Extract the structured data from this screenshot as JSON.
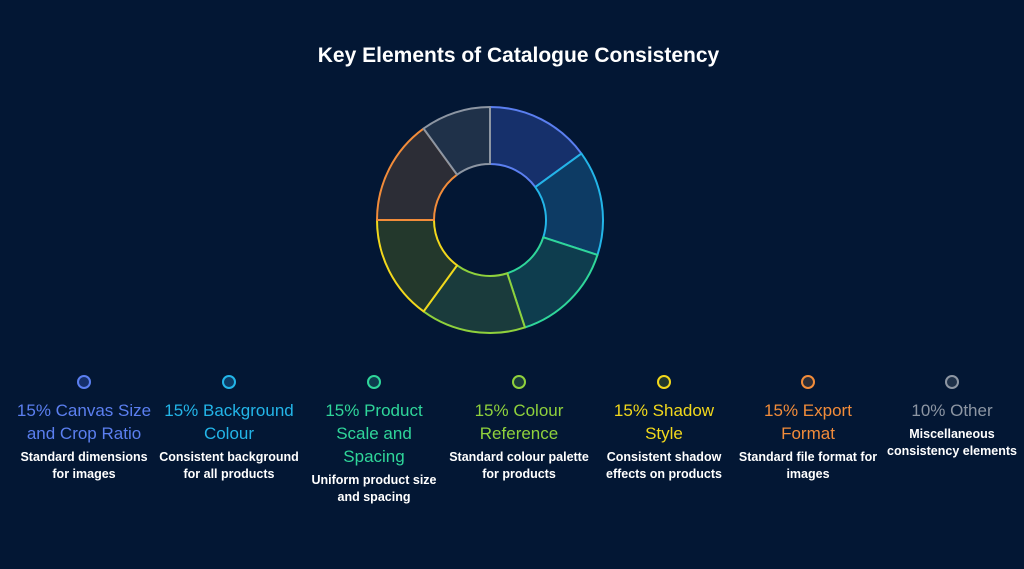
{
  "chart_data": {
    "type": "pie",
    "title": "Key Elements of Catalogue Consistency",
    "categories": [
      "Canvas Size and Crop Ratio",
      "Background Colour",
      "Product Scale and Spacing",
      "Colour Reference",
      "Shadow Style",
      "Export Format",
      "Other"
    ],
    "values": [
      15,
      15,
      15,
      15,
      15,
      15,
      10
    ],
    "slices": [
      {
        "label": "15% Canvas Size and Crop Ratio",
        "description": "Standard dimensions for images",
        "value": 15,
        "color": "#5b7ff0",
        "fill": "#16306b"
      },
      {
        "label": "15% Background Colour",
        "description": "Consistent background for all products",
        "value": 15,
        "color": "#23b5e8",
        "fill": "#0d3b64"
      },
      {
        "label": "15% Product Scale and Spacing",
        "description": "Uniform product size and spacing",
        "value": 15,
        "color": "#2fd69a",
        "fill": "#0e3d4e"
      },
      {
        "label": "15% Colour Reference",
        "description": "Standard colour palette for products",
        "value": 15,
        "color": "#8fd13c",
        "fill": "#1a3b3c"
      },
      {
        "label": "15% Shadow Style",
        "description": "Consistent shadow effects on products",
        "value": 15,
        "color": "#f2d81c",
        "fill": "#23382c"
      },
      {
        "label": "15% Export Format",
        "description": "Standard file format for images",
        "value": 15,
        "color": "#f28c3a",
        "fill": "#2c2d36"
      },
      {
        "label": "10% Other",
        "description": "Miscellaneous consistency elements",
        "value": 10,
        "color": "#8d96a3",
        "fill": "#1f3149"
      }
    ]
  }
}
